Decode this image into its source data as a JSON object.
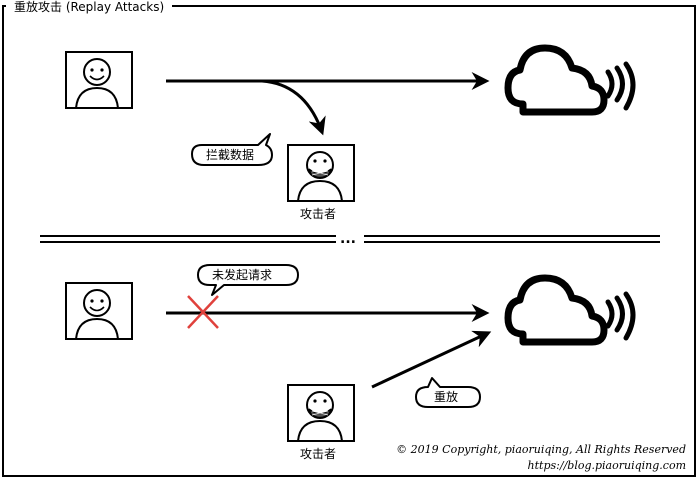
{
  "title": "重放攻击 (Replay Attacks)",
  "top_section": {
    "bubble_label": "拦截数据",
    "attacker_label": "攻击者"
  },
  "separator": {
    "ellipsis": "..."
  },
  "bottom_section": {
    "bubble_not_sent": "未发起请求",
    "bubble_replay": "重放",
    "attacker_label": "攻击者"
  },
  "footer": {
    "copyright": "© 2019 Copyright,  piaoruiqing,  All Rights Reserved",
    "url": "https://blog.piaoruiqing.com"
  },
  "colors": {
    "stroke": "#000000",
    "cross": "#e0413c",
    "background": "#ffffff"
  },
  "icons": {
    "user": "smiley-face-icon",
    "attacker": "masked-face-icon",
    "server": "cloud-signal-icon"
  }
}
